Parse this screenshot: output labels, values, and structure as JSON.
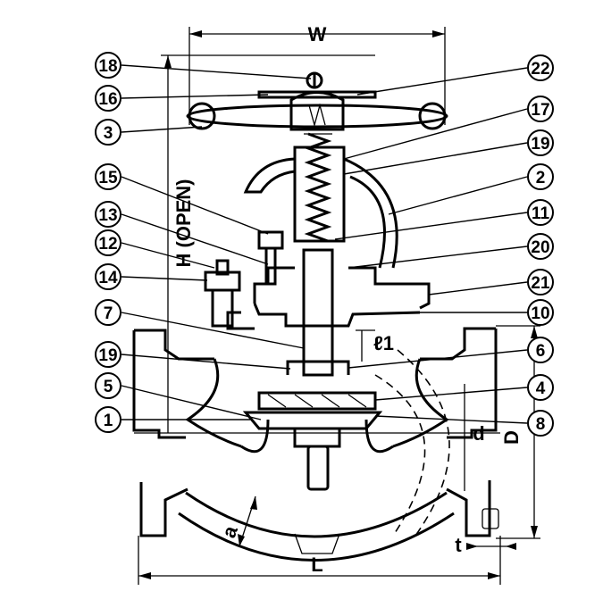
{
  "callouts": [
    "18",
    "16",
    "3",
    "15",
    "13",
    "12",
    "14",
    "7",
    "19",
    "5",
    "1",
    "22",
    "17",
    "19",
    "2",
    "11",
    "20",
    "21",
    "10",
    "6",
    "4",
    "8"
  ],
  "dimensions": {
    "width": "W",
    "height": "H (OPEN)",
    "length": "L",
    "thickness": "t",
    "diameter": "d",
    "bore": "D",
    "lift": "ℓ1",
    "wall": "a"
  }
}
